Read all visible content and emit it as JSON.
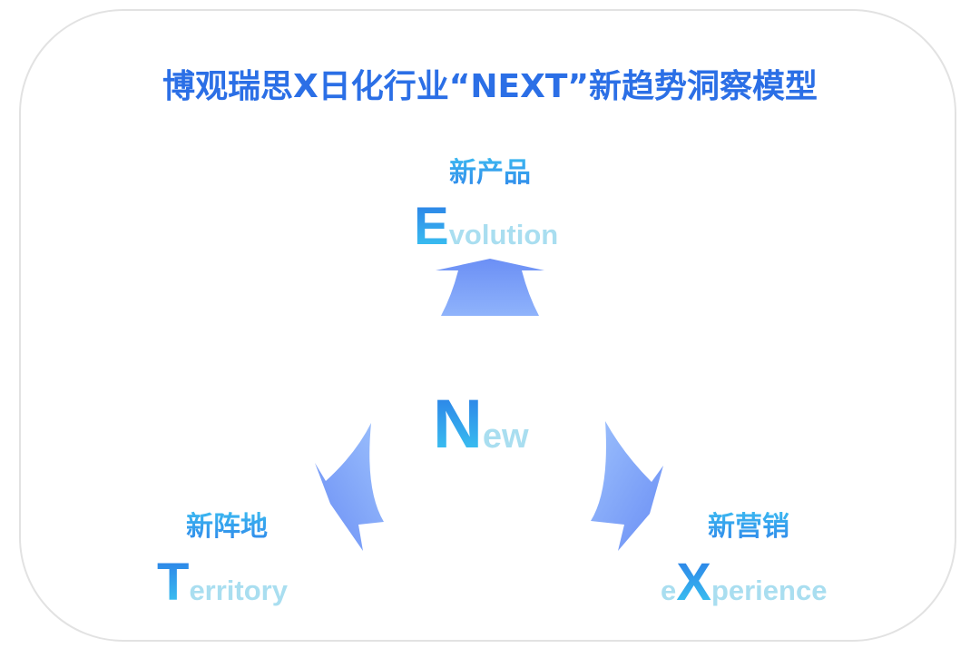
{
  "title": "博观瑞思X日化行业“NEXT”新趋势洞察模型",
  "center": {
    "big_letter": "N",
    "rest": "ew"
  },
  "nodes": {
    "top": {
      "cn_label": "新产品",
      "big_letter": "E",
      "rest": "volution"
    },
    "left": {
      "cn_label": "新阵地",
      "big_letter": "T",
      "rest": "erritory"
    },
    "right": {
      "cn_label": "新营销",
      "prefix": "e",
      "big_letter": "X",
      "rest": "perience"
    }
  },
  "arrows": {
    "up": {
      "direction": "up",
      "color_top": "#6b8ff5",
      "color_bottom": "#8fb3fb"
    },
    "left": {
      "direction": "down-left",
      "color": "#6f94f6"
    },
    "right": {
      "direction": "down-right",
      "color": "#6f94f6"
    }
  },
  "colors": {
    "title": "#2b6fe6",
    "big_letter_top": "#2a7ae6",
    "big_letter_bottom": "#3ccbf2",
    "small_letters": "#a9def0",
    "frame_border": "#e2e2e2"
  }
}
